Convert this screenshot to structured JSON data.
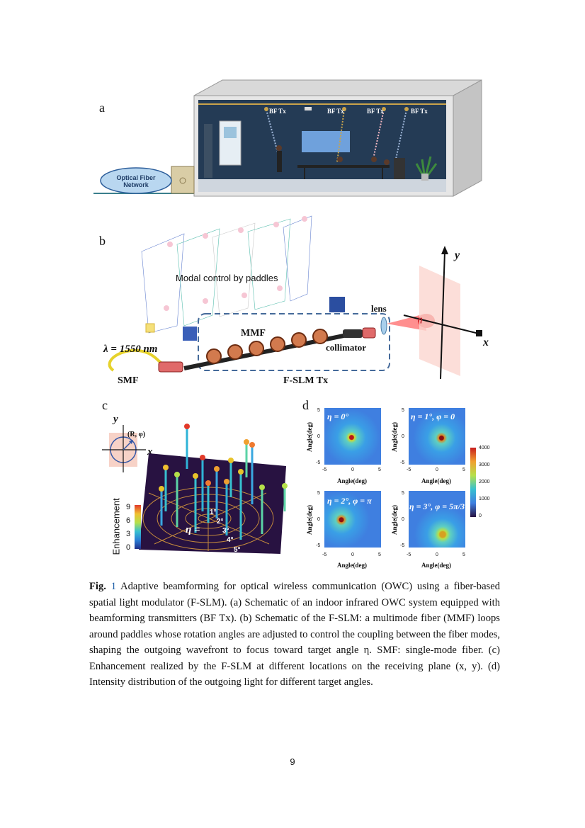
{
  "panels": {
    "a": {
      "letter": "a",
      "cloud_label": "Optical Fiber Network",
      "bf_labels": [
        "BF Tx",
        "BF Tx",
        "BF Tx",
        "BF Tx"
      ]
    },
    "b": {
      "letter": "b",
      "modal_control": "Modal control by paddles",
      "ellipsis": "...",
      "mmf": "MMF",
      "lens": "lens",
      "collimator": "collimator",
      "wavelength": "λ = 1550 nm",
      "smf": "SMF",
      "fslm": "F-SLM Tx",
      "axis_y": "y",
      "axis_x": "x",
      "eta": "η"
    },
    "c": {
      "letter": "c",
      "axis_y": "y",
      "axis_x": "x",
      "polar_label": "(R, φ)",
      "colorbar_title": "Enhancement",
      "colorbar_ticks": [
        "9",
        "6",
        "3",
        "0"
      ],
      "eta_label": "η =",
      "rings": [
        "1°",
        "2°",
        "3°",
        "4°",
        "5°"
      ]
    },
    "d": {
      "letter": "d",
      "tiles": [
        {
          "label": "η = 0°",
          "xlabel": "Angle(deg)",
          "ylabel": "Angle(deg)"
        },
        {
          "label": "η = 1°, φ = 0",
          "xlabel": "Angle(deg)",
          "ylabel": "Angle(deg)"
        },
        {
          "label": "η = 2°, φ = π",
          "xlabel": "Angle(deg)",
          "ylabel": "Angle(deg)"
        },
        {
          "label": "η = 3°, φ = 5π/3",
          "xlabel": "Angle(deg)",
          "ylabel": "Angle(deg)"
        }
      ],
      "ticks": [
        "-5",
        "0",
        "5"
      ],
      "yticks": [
        "5",
        "0",
        "-5"
      ],
      "colorbar_ticks": [
        "4000",
        "3000",
        "2000",
        "1000",
        "0"
      ]
    }
  },
  "caption": {
    "fig_prefix": "Fig.",
    "fig_number": "1",
    "text": "Adaptive beamforming for optical wireless communication (OWC) using a fiber-based spatial light modulator (F-SLM). (a) Schematic of an indoor infrared OWC system equipped with beamforming transmitters (BF Tx). (b) Schematic of the F-SLM: a multimode fiber (MMF) loops around paddles whose rotation angles are adjusted to control the coupling between the fiber modes, shaping the outgoing wavefront to focus toward target angle  η. SMF: single-mode fiber. (c) Enhancement realized by the F-SLM at different locations on the receiving plane (x, y). (d) Intensity distribution of the outgoing light for different target angles."
  },
  "page_number": "9"
}
